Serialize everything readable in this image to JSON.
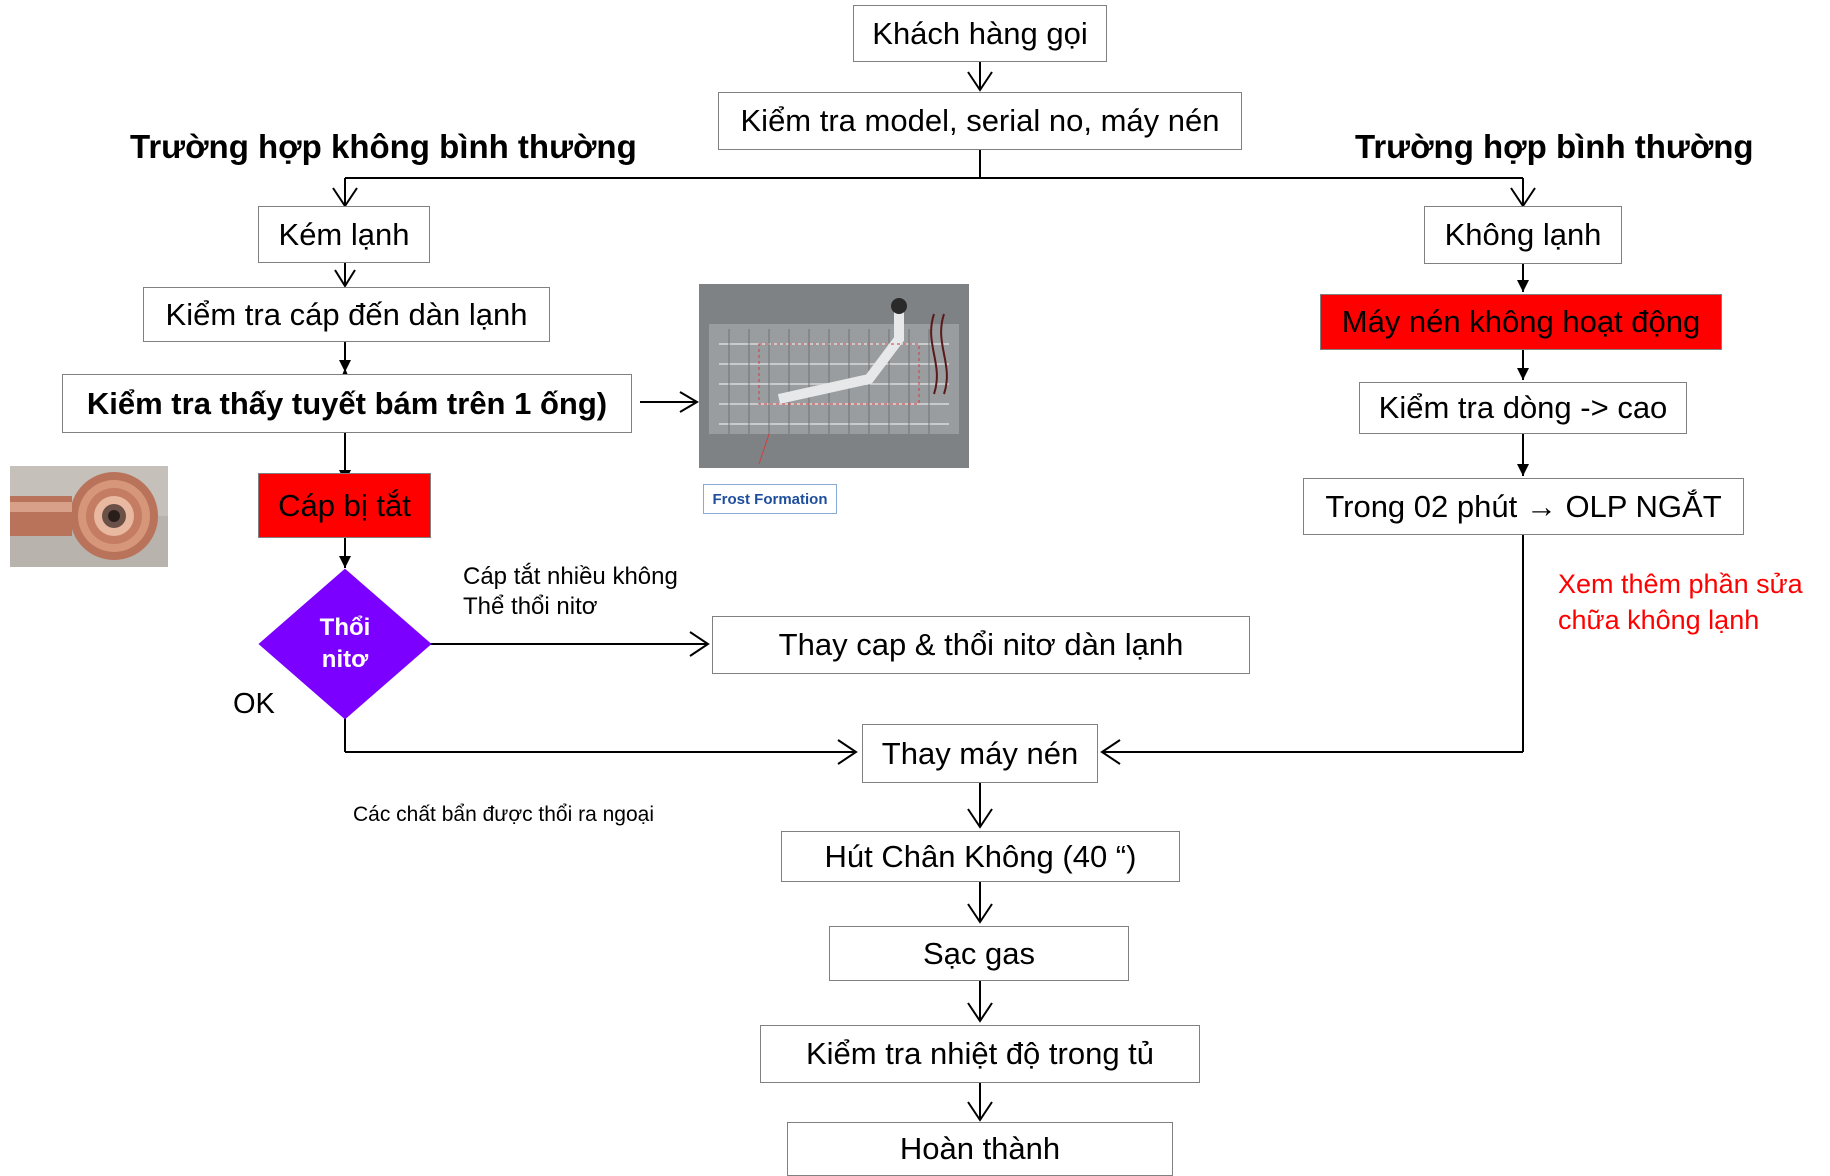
{
  "nodes": {
    "customer_call": "Khách hàng gọi",
    "check_model": "Kiểm tra model, serial no, máy nén",
    "weak_cooling": "Kém lạnh",
    "check_capillary": "Kiểm tra cáp đến dàn lạnh",
    "check_frost": "Kiểm tra thấy tuyết bám trên 1 ống)",
    "capillary_blocked": "Cáp bị tắt",
    "blow_nitrogen_line1": "Thổi",
    "blow_nitrogen_line2": "nitơ",
    "replace_cap": "Thay cap &  thổi nitơ dàn lạnh",
    "replace_compressor": "Thay máy nén",
    "vacuum": "Hút Chân Không (40 “)",
    "charge_gas": "Sạc gas",
    "check_temp": "Kiểm tra nhiệt độ trong tủ",
    "complete": "Hoàn thành",
    "no_cooling": "Không lạnh",
    "compressor_not_running": "Máy nén không hoạt động",
    "check_current": "Kiểm tra dòng -> cao",
    "olp_trip": "Trong 02 phút → OLP NGẮT"
  },
  "headings": {
    "abnormal": "Trường hợp không bình thường",
    "normal": "Trường hợp bình thường"
  },
  "notes": {
    "heavy_block_line1": "Cáp tắt nhiều không",
    "heavy_block_line2": "Thể thổi nitơ",
    "ok": "OK",
    "dirt_blown": "Các chất bẩn được thổi ra ngoại",
    "see_more_line1": "Xem thêm phần sửa",
    "see_more_line2": "chữa không lạnh"
  },
  "photo": {
    "frost_label": "Frost Formation"
  },
  "colors": {
    "highlight_red": "#ff0000",
    "decision_purple": "#7b00ff",
    "note_red": "#ff0000",
    "line": "#000000",
    "box_border": "#808080"
  }
}
